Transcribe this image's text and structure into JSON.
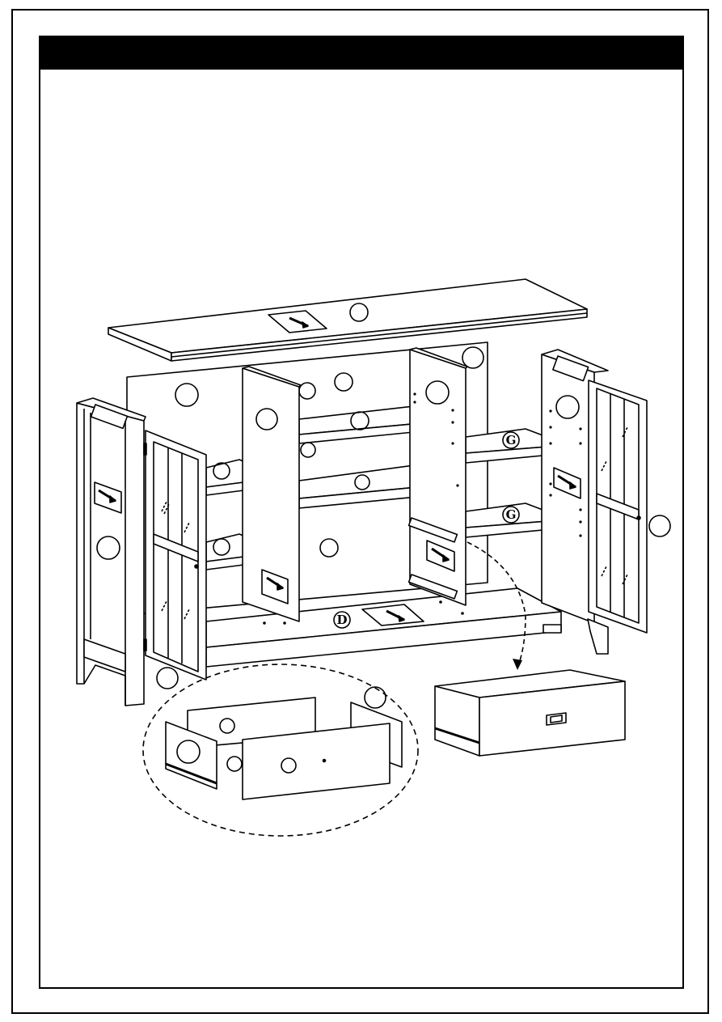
{
  "page": {
    "header_text": ""
  },
  "diagram": {
    "part_labels": {
      "shelf_upper_right": "G",
      "shelf_lower_right": "G",
      "bottom_panel": "D"
    }
  }
}
